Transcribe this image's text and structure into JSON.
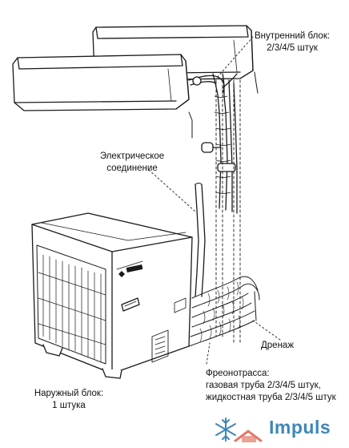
{
  "labels": {
    "indoor_title": "Внутренний блок:",
    "indoor_count": "2/3/4/5 штук",
    "electric_1": "Электрическое",
    "electric_2": "соединение",
    "drain": "Дренаж",
    "freon_title": "Фреонотрасса:",
    "freon_gas": "газовая труба 2/3/4/5 штук,",
    "freon_liquid": "жидкостная труба 2/3/4/5 штук",
    "outdoor_title": "Наружный блок:",
    "outdoor_count": "1 штука"
  },
  "watermark": {
    "text": "Impuls",
    "icon": "snowflake-icon",
    "color": "#3d87b8"
  }
}
